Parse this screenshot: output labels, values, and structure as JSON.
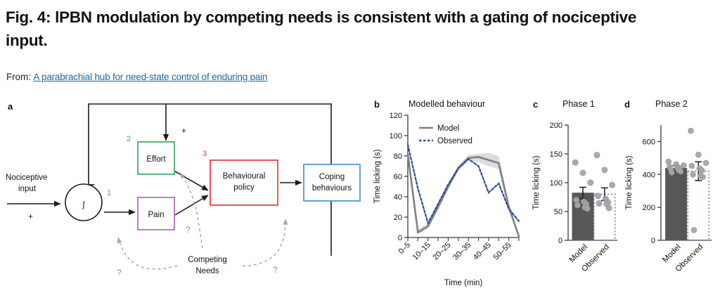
{
  "figure": {
    "title": "Fig. 4: lPBN modulation by competing needs is consistent with a gating of nociceptive input.",
    "source_prefix": "From:",
    "source_link": "A parabrachial hub for need-state control of enduring pain"
  },
  "panel_a": {
    "letter": "a",
    "nodes": {
      "nociceptive_input": "Nociceptive\ninput",
      "nociceptive_line1": "Nociceptive",
      "nociceptive_line2": "input",
      "integrator_glyph": "∫",
      "effort": "Effort",
      "pain": "Pain",
      "behavioural_policy_line1": "Behavioural",
      "behavioural_policy_line2": "policy",
      "coping_line1": "Coping",
      "coping_line2": "behaviours",
      "competing_line1": "Competing",
      "competing_line2": "Needs"
    },
    "numbers": {
      "one": "1",
      "two": "2",
      "three": "3"
    },
    "signs": {
      "input_plus": "+",
      "effort_plus": "+"
    },
    "question_marks": [
      "?",
      "?",
      "?"
    ],
    "colors": {
      "effort": "#3aa96b",
      "pain": "#b963c0",
      "policy": "#e23b3b",
      "coping": "#4a90d9",
      "num_one": "#b963c0",
      "num_two": "#3aa96b",
      "num_three": "#e23b3b",
      "dashed": "#a8a8a8",
      "solid": "#1a1a1a"
    }
  },
  "panel_b": {
    "letter": "b",
    "title": "Modelled behaviour",
    "legend": [
      {
        "label": "Model",
        "style": "solid",
        "color": "#808080"
      },
      {
        "label": "Observed",
        "style": "dotted",
        "color": "#2c4a9e"
      }
    ]
  },
  "panel_c": {
    "letter": "c",
    "title": "Phase 1"
  },
  "panel_d": {
    "letter": "d",
    "title": "Phase 2"
  },
  "chart_data": [
    {
      "id": "panel_b",
      "type": "line",
      "title": "Modelled behaviour",
      "xlabel": "Time (min)",
      "ylabel": "Time licking (s)",
      "ylim": [
        0,
        120
      ],
      "yticks": [
        0,
        20,
        40,
        60,
        80,
        100,
        120
      ],
      "grid": false,
      "legend_position": "top-left",
      "x": [
        "0-5",
        "5-10",
        "10-15",
        "15-20",
        "20-25",
        "25-30",
        "30-35",
        "35-40",
        "40-45",
        "45-50",
        "50-55",
        "55-60"
      ],
      "xtick_labels_shown": [
        "0–5",
        "10–15",
        "20–25",
        "30–35",
        "40–45",
        "50–55"
      ],
      "series": [
        {
          "name": "Model",
          "style": "solid",
          "color": "#808080",
          "values": [
            82,
            5,
            11,
            30,
            50,
            68,
            78,
            79,
            76,
            73,
            30,
            1
          ],
          "error_band_lower": [
            79,
            3,
            9,
            27,
            47,
            65,
            75,
            74,
            70,
            67,
            26,
            0
          ],
          "error_band_upper": [
            85,
            8,
            14,
            33,
            53,
            71,
            81,
            82,
            83,
            80,
            34,
            3
          ]
        },
        {
          "name": "Observed",
          "style": "dotted",
          "color": "#2c4a9e",
          "values": [
            91,
            48,
            14,
            33,
            52,
            68,
            77,
            70,
            44,
            53,
            28,
            16
          ]
        }
      ]
    },
    {
      "id": "panel_c",
      "type": "bar",
      "title": "Phase 1",
      "ylabel": "Time licking (s)",
      "ylim": [
        0,
        200
      ],
      "yticks": [
        0,
        50,
        100,
        150,
        200
      ],
      "grid": false,
      "categories": [
        "Model",
        "Observed"
      ],
      "values": [
        82,
        80
      ],
      "errors": [
        10,
        11
      ],
      "bar_styles": [
        "filled-grey",
        "dotted-outline"
      ],
      "points": {
        "Model": [
          135,
          117,
          100,
          70,
          67,
          63,
          61,
          57,
          55
        ],
        "Observed": [
          148,
          122,
          96,
          77,
          72,
          66,
          64,
          63,
          56
        ]
      }
    },
    {
      "id": "panel_d",
      "type": "bar",
      "title": "Phase 2",
      "ylabel": "Time licking (s)",
      "ylim": [
        0,
        700
      ],
      "yticks": [
        0,
        200,
        400,
        600
      ],
      "grid": false,
      "categories": [
        "Model",
        "Observed"
      ],
      "values": [
        437,
        420
      ],
      "errors": [
        17,
        57
      ],
      "bar_styles": [
        "filled-grey",
        "dotted-outline"
      ],
      "points": {
        "Model": [
          478,
          462,
          455,
          447,
          443,
          438,
          432,
          428,
          418,
          412
        ],
        "Observed": [
          665,
          520,
          470,
          452,
          437,
          425,
          400,
          392,
          385,
          62
        ]
      }
    }
  ]
}
